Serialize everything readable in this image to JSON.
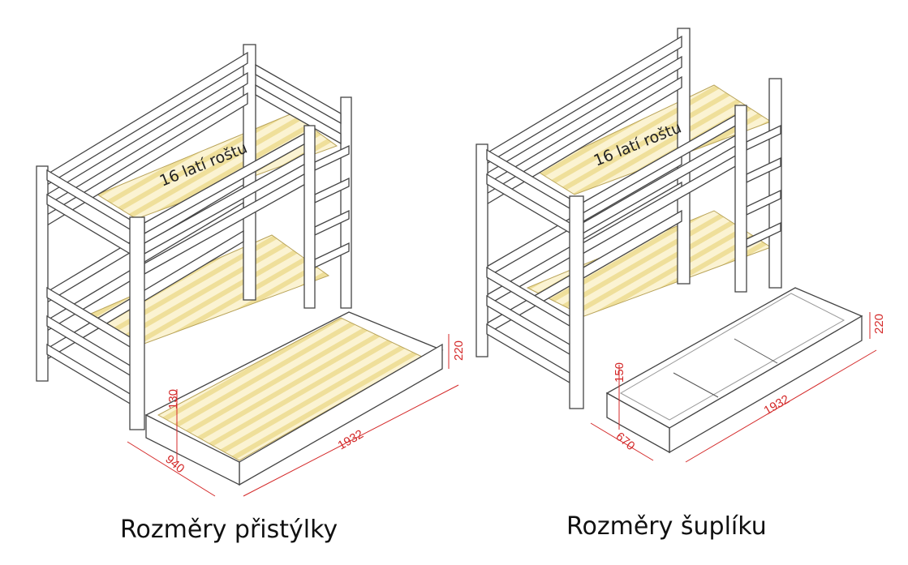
{
  "left_panel": {
    "slat_label": "16 latí roštu",
    "dimensions": {
      "height": "220",
      "length": "1932",
      "width": "940",
      "mattress_height": "130"
    },
    "caption": "Rozměry přistýlky"
  },
  "right_panel": {
    "slat_label": "16 latí roštu",
    "dimensions": {
      "height": "220",
      "length": "1932",
      "width": "670",
      "inner_height": "150"
    },
    "caption": "Rozměry šuplíku"
  },
  "colors": {
    "dimension": "#d42a2a",
    "slats": "#f6eab8",
    "outline": "#444444"
  }
}
